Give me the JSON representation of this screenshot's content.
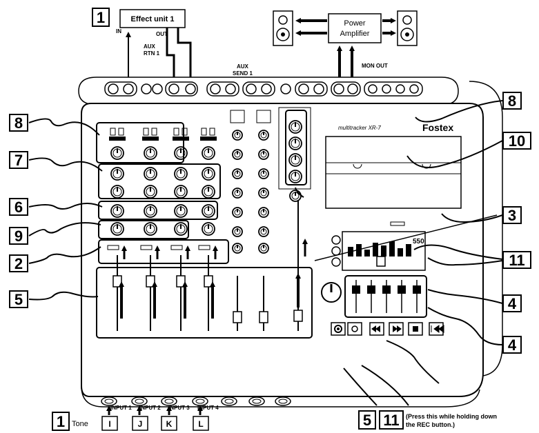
{
  "labels": {
    "effect_unit": "Effect unit 1",
    "in": "IN",
    "out": "OUT",
    "aux_rtn_line1": "AUX",
    "aux_rtn_line2": "RTN 1",
    "aux_send_line1": "AUX",
    "aux_send_line2": "SEND 1",
    "power_amp_line1": "Power",
    "power_amp_line2": "Amplifier",
    "mon_out": "MON OUT",
    "brand_model": "multitracker XR-7",
    "brand": "Fostex",
    "inputs": [
      "INPUT 1",
      "INPUT 2",
      "INPUT 3",
      "INPUT 4"
    ],
    "tone": "Tone",
    "footnote_line1": "(Press this while holding down",
    "footnote_line2": "the REC button.)",
    "lcd_counter": "550"
  },
  "callouts": {
    "left": [
      "8",
      "7",
      "6",
      "9",
      "2",
      "5"
    ],
    "right": [
      "8",
      "10",
      "3",
      "11",
      "4",
      "4"
    ],
    "top_left": "1",
    "bottom_left": "1",
    "bottom_mid": [
      "5",
      "11"
    ]
  },
  "control_labels": [
    "I",
    "J",
    "K",
    "L"
  ],
  "colors": {
    "ink": "#000000",
    "paper": "#ffffff"
  }
}
